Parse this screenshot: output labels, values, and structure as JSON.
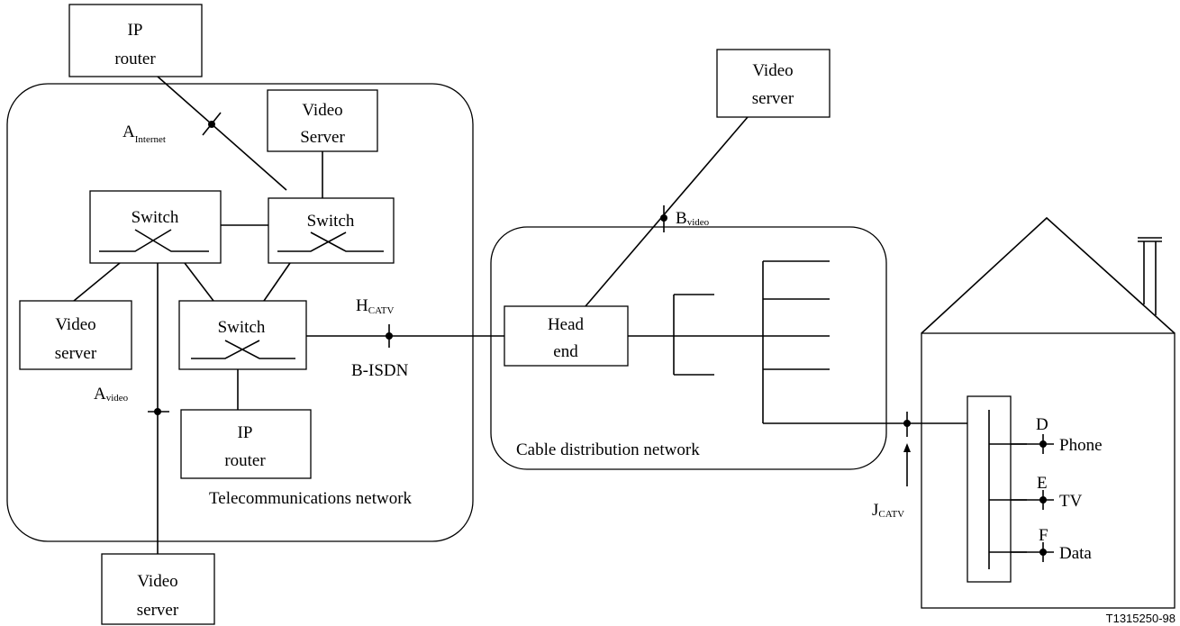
{
  "nodes": {
    "ip_router_top": [
      "IP",
      "router"
    ],
    "video_server_tele": [
      "Video",
      "Server"
    ],
    "switch_left": "Switch",
    "switch_right": "Switch",
    "switch_bottom": "Switch",
    "video_server_left": [
      "Video",
      "server"
    ],
    "ip_router_bottom": [
      "IP",
      "router"
    ],
    "video_server_bottom": [
      "Video",
      "server"
    ],
    "video_server_cable": [
      "Video",
      "server"
    ],
    "head_end": [
      "Head",
      "end"
    ]
  },
  "regions": {
    "telecom": "Telecommunications network",
    "cable": "Cable distribution network"
  },
  "interfaces": {
    "a_internet": {
      "main": "A",
      "sub": "Internet"
    },
    "a_video": {
      "main": "A",
      "sub": "video"
    },
    "h_catv": {
      "main": "H",
      "sub": "CATV"
    },
    "b_isdn": "B-ISDN",
    "b_video": {
      "main": "B",
      "sub": "video"
    },
    "j_catv": {
      "main": "J",
      "sub": "CATV"
    },
    "d": "D",
    "e": "E",
    "f": "F"
  },
  "terminals": {
    "phone": "Phone",
    "tv": "TV",
    "data": "Data"
  },
  "figure_id": "T1315250-98"
}
